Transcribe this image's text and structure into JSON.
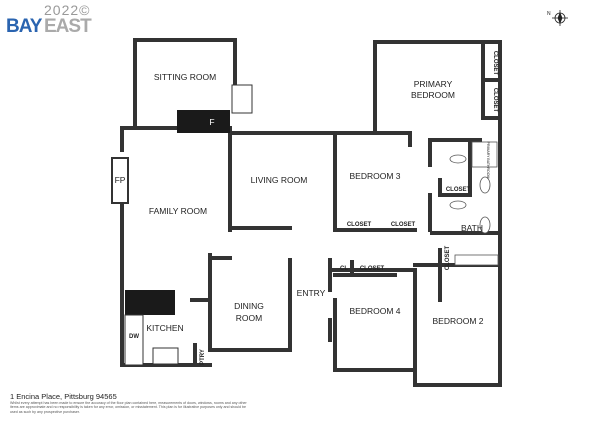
{
  "logo": {
    "year": "2022©",
    "brand_bay": "BAY",
    "brand_east": "EAST"
  },
  "compass": {
    "label": "N"
  },
  "rooms": {
    "sitting_room": "SITTING ROOM",
    "fireplace_small": "F",
    "fireplace": "FP",
    "family_room": "FAMILY ROOM",
    "living_room": "LIVING ROOM",
    "bedroom3": "BEDROOM 3",
    "primary_bedroom_1": "PRIMARY",
    "primary_bedroom_2": "BEDROOM",
    "closet_primary_1": "CLOSET",
    "closet_primary_2": "CLOSET",
    "primary_bathroom": "PRIMARY BATHROOM",
    "closet_hall": "CLOSET",
    "closet_b3_1": "CLOSET",
    "closet_b3_2": "CLOSET",
    "bath": "BATH",
    "closet_bath": "CLOSET",
    "cl": "CL",
    "closet_b4": "CLOSET",
    "entry": "ENTRY",
    "dining_1": "DINING",
    "dining_2": "ROOM",
    "bedroom4": "BEDROOM 4",
    "bedroom2": "BEDROOM 2",
    "kitchen": "KITCHEN",
    "dw": "DW",
    "pantry": "PTRY"
  },
  "footer": {
    "address": "1 Encina Place, Pittsburg 94565",
    "disclaimer": "Whilst every attempt has been made to ensure the accuracy of the floor plan contained here, measurements of doors, windows, rooms and any other items are approximate and no responsibility is taken for any error, omission, or misstatement. This plan is for illustrative purposes only and should be used as such by any prospective purchaser."
  }
}
